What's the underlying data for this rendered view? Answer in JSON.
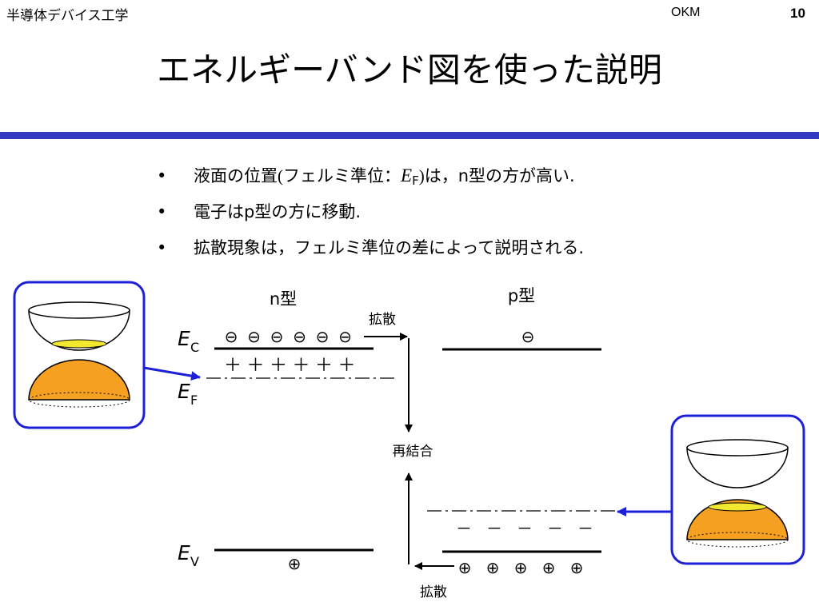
{
  "header": {
    "course": "半導体デバイス工学",
    "author": "OKM",
    "page": "10"
  },
  "title": "エネルギーバンド図を使った説明",
  "bullets": {
    "b1": {
      "pre": "液面の位置",
      "open": "(",
      "mid": "フェルミ準位",
      "colon": "：",
      "E": "E",
      "sub": "F",
      "close": ")",
      "post": "は，n型の方が高い."
    },
    "b2": "電子はp型の方に移動.",
    "b3": "拡散現象は，フェルミ準位の差によって説明される."
  },
  "bullet_symbol": "•",
  "diagram": {
    "n_label": "n型",
    "p_label": "p型",
    "ec": {
      "E": "E",
      "sub": "C"
    },
    "ef": {
      "E": "E",
      "sub": "F"
    },
    "ev": {
      "E": "E",
      "sub": "V"
    },
    "diffusion_top": "拡散",
    "diffusion_bottom": "拡散",
    "recombination": "再結合",
    "electron": "⊖",
    "hole": "⊕",
    "donor": "＋",
    "acceptor": "－",
    "n_electron_count": 6,
    "n_donor_count": 6,
    "p_electron_count": 1,
    "n_hole_count": 1,
    "p_hole_count": 5,
    "p_acceptor_count": 5
  },
  "colors": {
    "accent": "#3338c0",
    "fill": "#f5a020",
    "level": "#f2e830",
    "callout": "#1c20d8"
  }
}
